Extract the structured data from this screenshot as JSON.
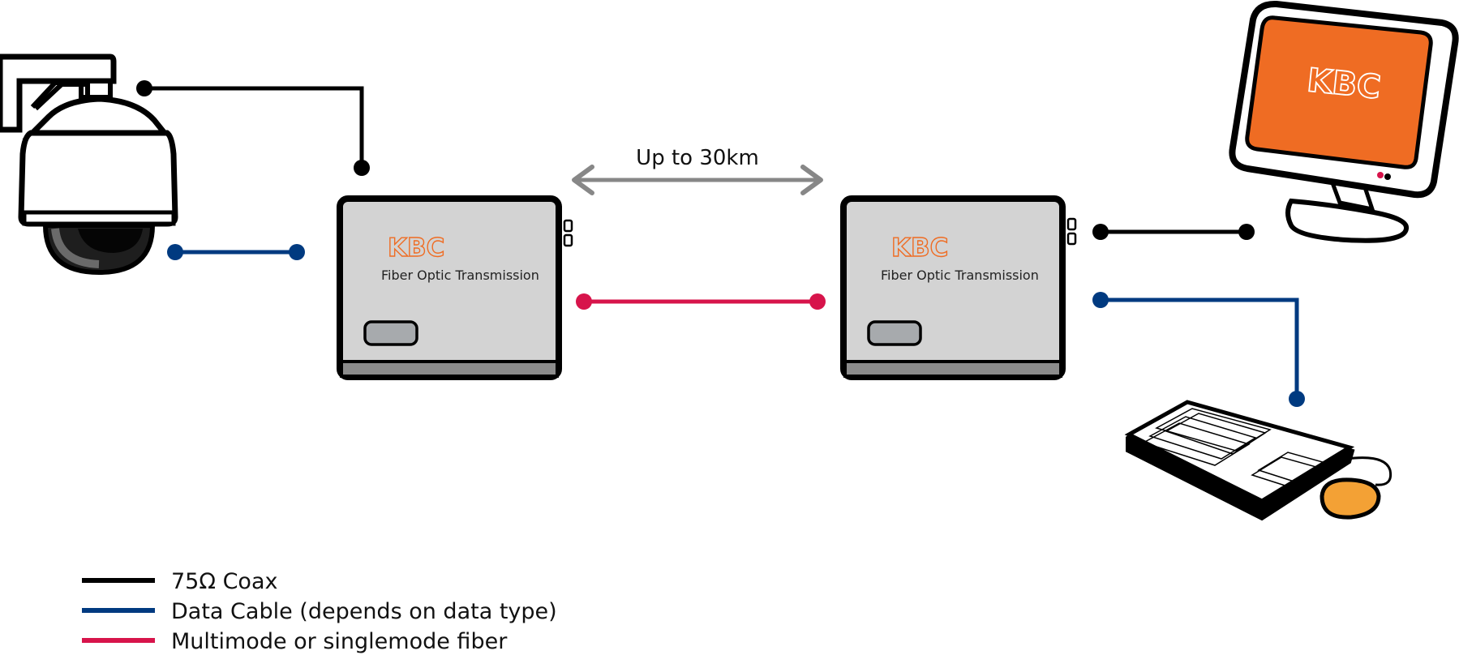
{
  "distance_label": "Up to 30km",
  "transmitter": {
    "logo": "KBC",
    "caption": "Fiber Optic Transmission"
  },
  "receiver": {
    "logo": "KBC",
    "caption": "Fiber Optic Transmission"
  },
  "monitor": {
    "logo": "KBC"
  },
  "legend": [
    {
      "label": "75Ω Coax",
      "color": "#000000"
    },
    {
      "label": "Data Cable (depends on data type)",
      "color": "#003a80"
    },
    {
      "label": "Multimode or singlemode fiber",
      "color": "#d7144b"
    }
  ],
  "colors": {
    "coax": "#000000",
    "data_cable": "#003a80",
    "fiber": "#d7144b",
    "brand_orange": "#ef6c23",
    "distance_arrow": "#878787",
    "device_body": "#d3d3d3"
  }
}
